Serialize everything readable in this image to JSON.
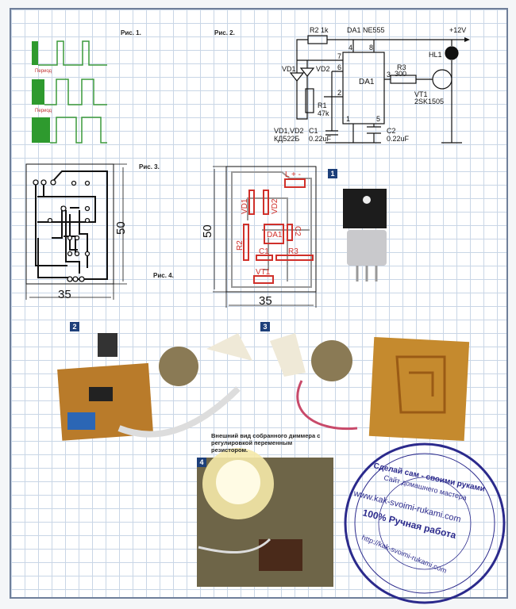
{
  "figures": {
    "fig1": {
      "label": "Рис. 1.",
      "period_label": "Период"
    },
    "fig2": {
      "label": "Рис. 2.",
      "r2": "R2 1k",
      "da1_title": "DA1 NE555",
      "supply": "+12V",
      "da1": "DA1",
      "r3": "R3",
      "r3_value": "300",
      "hl1": "HL1",
      "vt1": "VT1",
      "vt1_part": "2SK1505",
      "vd1": "VD1",
      "vd2": "VD2",
      "r1": "R1",
      "r1_value": "47k",
      "c1": "C1",
      "c1_value": "0.22uF",
      "c2": "C2",
      "c2_value": "0.22uF",
      "diodes": "VD1,VD2",
      "diodes_part": "КД522Б",
      "pins": [
        "4",
        "8",
        "7",
        "6",
        "2",
        "3",
        "1",
        "5"
      ]
    },
    "fig3": {
      "label": "Рис. 3.",
      "width": "35",
      "height": "50"
    },
    "fig4": {
      "label": "Рис. 4.",
      "width": "35",
      "height": "50",
      "parts": [
        "VD1",
        "VD2",
        "R2",
        "DA1",
        "C2",
        "C1",
        "R3",
        "VT1"
      ],
      "connector": "L + -"
    }
  },
  "photos": {
    "badges": [
      "1",
      "2",
      "3",
      "4"
    ],
    "caption": "Внешний вид собранного диммера с регулировкой переменным резистором."
  },
  "stamp": {
    "top": "Сделай сам - своими руками",
    "sub": "Сайт домашнего мастера",
    "url": "www.kak-svoimi-rukami.com",
    "slogan": "100% Ручная работа",
    "bottom": "http://kak-svoimi-rukami.com"
  },
  "colors": {
    "grid": "#c9d6e6",
    "wave": "#2e9a2e",
    "pcb_red": "#d0302a",
    "stamp": "#2b2a8c",
    "badge": "#1d3f7a"
  }
}
